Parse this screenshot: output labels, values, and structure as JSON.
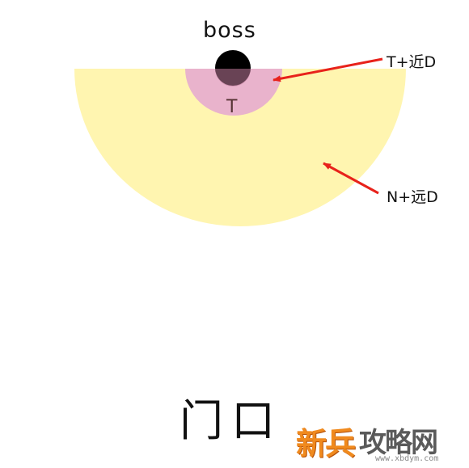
{
  "labels": {
    "boss": "boss",
    "tank_marker": "T",
    "tank_zone": "T+近D",
    "ranged_zone": "N+远D",
    "entrance": "门口"
  },
  "watermark": {
    "brand": "新兵",
    "site": "攻略网",
    "url": "www.xbdym.com"
  },
  "colors": {
    "outer_zone": "#fff5b0",
    "inner_zone": "#e9b3cc",
    "boss_marker": "#000000",
    "arrows": "#e8221b"
  }
}
